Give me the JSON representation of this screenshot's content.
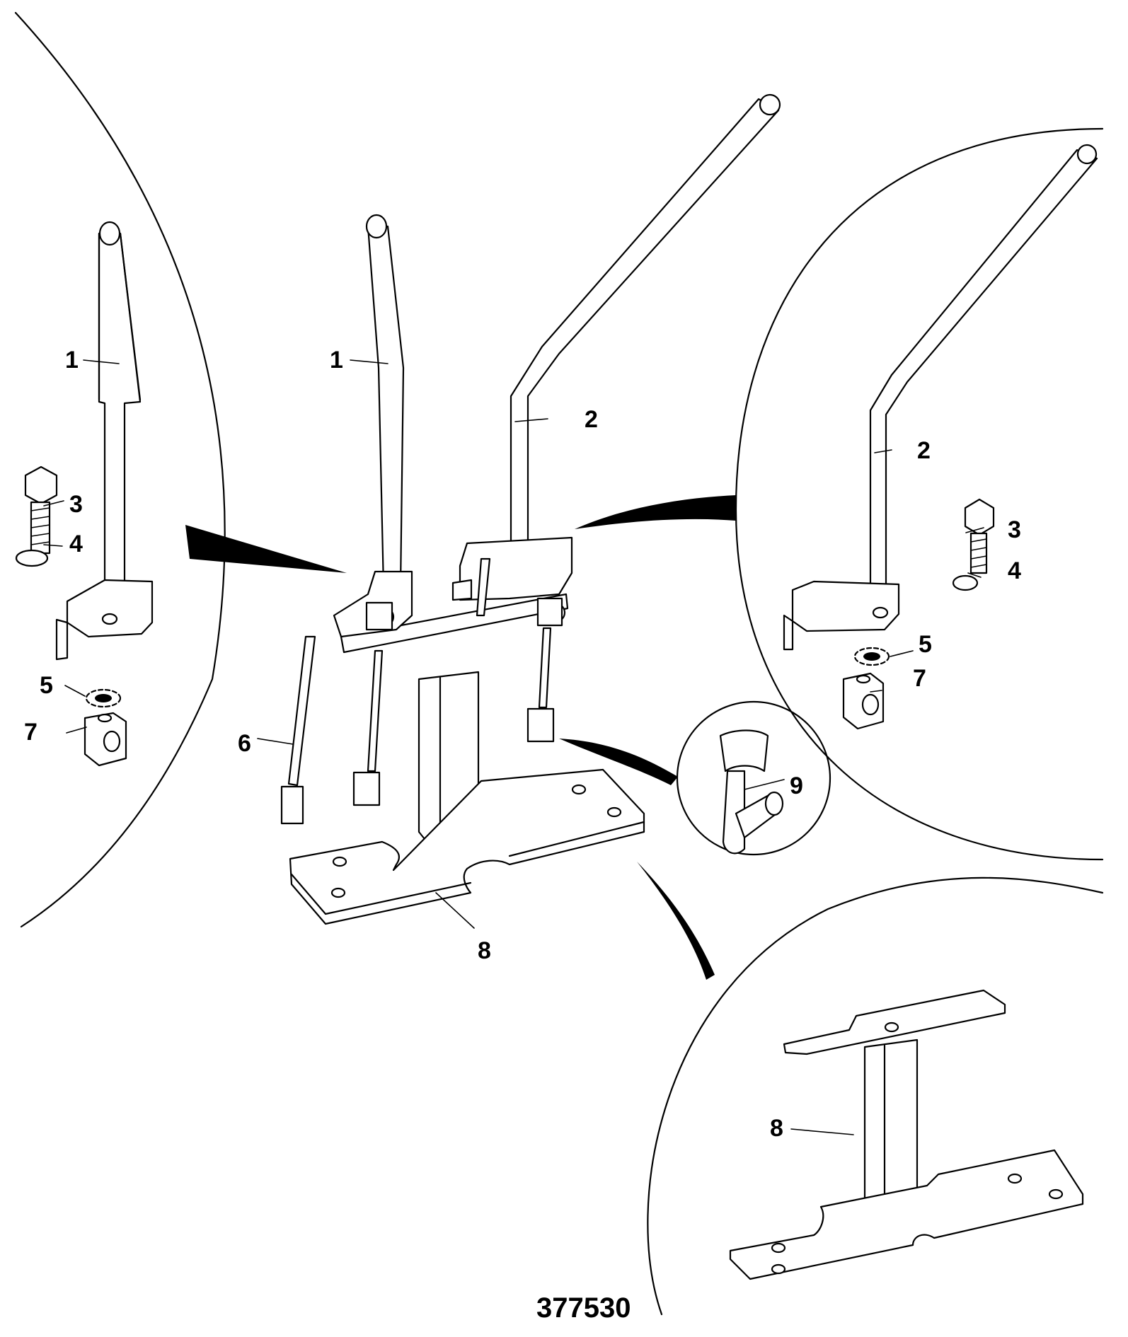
{
  "drawing_number": "377530",
  "callouts": {
    "c1a": "1",
    "c1b": "1",
    "c2a": "2",
    "c2b": "2",
    "c3a": "3",
    "c3b": "3",
    "c4a": "4",
    "c4b": "4",
    "c5a": "5",
    "c5b": "5",
    "c6": "6",
    "c7a": "7",
    "c7b": "7",
    "c8a": "8",
    "c8b": "8",
    "c9": "9"
  }
}
